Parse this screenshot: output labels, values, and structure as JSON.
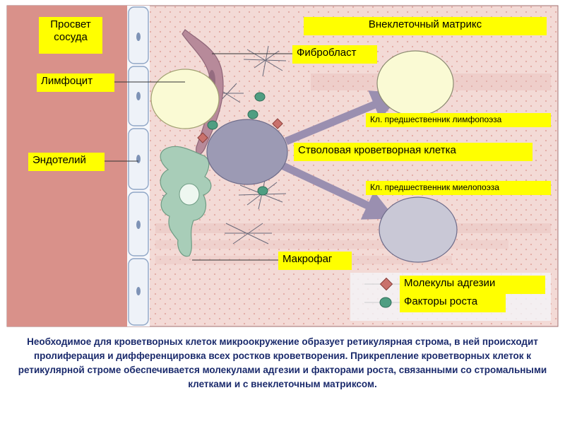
{
  "labels": {
    "vessel_lumen": "Просвет сосуда",
    "extracellular_matrix": "Внеклеточный матрикс",
    "fibroblast": "Фибробласт",
    "lymphocyte": "Лимфоцит",
    "lymphopoiesis_precursor": "Кл. предшественник лимфопоэза",
    "endothelium": "Эндотелий",
    "stem_cell": "Стволовая кроветворная клетка",
    "myelopoiesis_precursor": "Кл. предшественник миелопоэза",
    "macrophage": "Макрофаг"
  },
  "legend": {
    "adhesion_molecules": "Молекулы адгезии",
    "growth_factors": "Факторы роста"
  },
  "caption": "Необходимое для кроветворных клеток микроокружение образует ретикулярная строма, в ней происходит пролиферация и дифференцировка всех ростков кроветворения. Прикрепление кроветворных клеток к ретикулярной строме обеспечивается молекулами адгезии и факторами роста, связанными со стромальными клетками и с внеклеточным матриксом.",
  "colors": {
    "vessel": "#d9918a",
    "matrix_bg": "#f3dad6",
    "endothelium": "#eef2f8",
    "fibroblast": "#b78a9a",
    "lymphocyte": "#fafad4",
    "stem_cell": "#9c9ab4",
    "myeloid_precursor": "#c9c8d6",
    "macrophage": "#a8cdb8",
    "arrow": "#9a8fb0",
    "adhesion_molecule": "#c9716c",
    "growth_factor": "#4f9e82",
    "label_bg": "#ffff00",
    "caption": "#1a2a6c"
  }
}
